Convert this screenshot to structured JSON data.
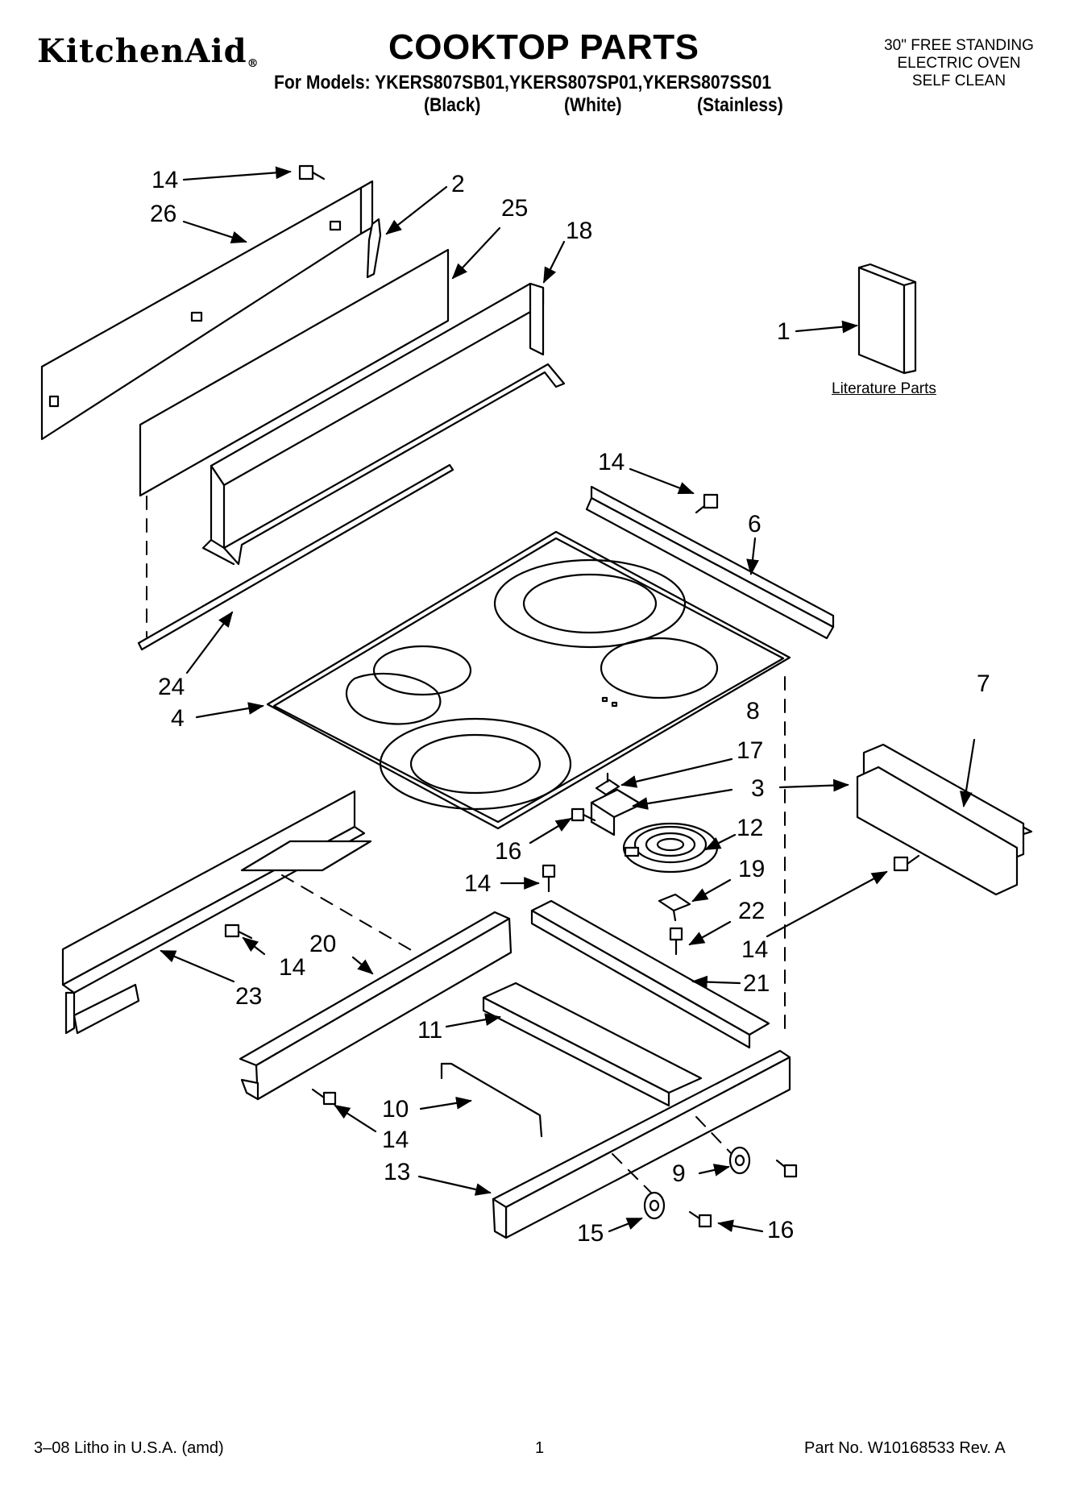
{
  "header": {
    "brand": "KitchenAid",
    "brand_mark": "®",
    "title": "COOKTOP PARTS",
    "models_line": "For Models: YKERS807SB01,YKERS807SP01,YKERS807SS01",
    "variants": [
      "(Black)",
      "(White)",
      "(Stainless)"
    ],
    "spec_lines": [
      "30\" FREE STANDING",
      "ELECTRIC OVEN",
      "SELF CLEAN"
    ]
  },
  "literature_label": "Literature Parts",
  "callouts": [
    "14",
    "26",
    "2",
    "25",
    "18",
    "1",
    "14",
    "6",
    "24",
    "4",
    "8",
    "17",
    "7",
    "3",
    "16",
    "12",
    "14",
    "19",
    "22",
    "14",
    "20",
    "14",
    "23",
    "21",
    "11",
    "10",
    "14",
    "9",
    "13",
    "16",
    "15"
  ],
  "footer": {
    "left": "3–08 Litho in U.S.A. (amd)",
    "center": "1",
    "right": "Part No. W10168533 Rev. A"
  }
}
